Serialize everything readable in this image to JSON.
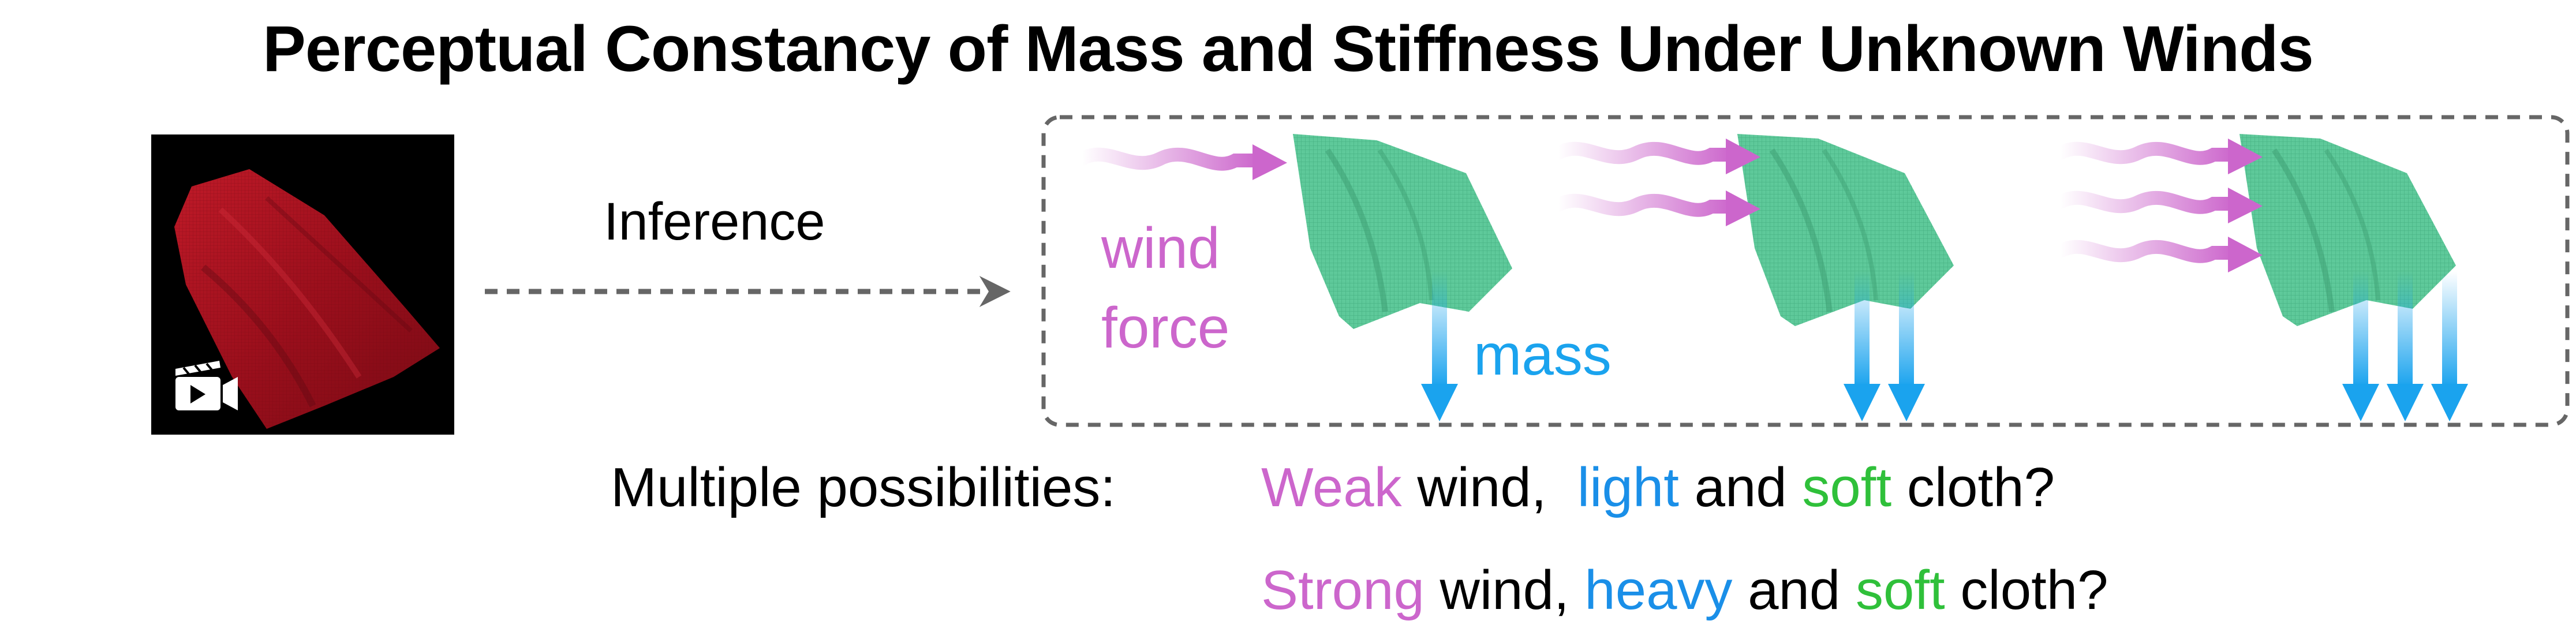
{
  "title": "Perceptual Constancy of Mass and Stiffness Under Unknown Winds",
  "inference_label": "Inference",
  "wind_label_line1": "wind",
  "wind_label_line2": "force",
  "mass_label": "mass",
  "possibilities_label": "Multiple possibilities:",
  "option1": {
    "wind_word": "Weak",
    "wind_rest": " wind,",
    "mass_word": "light",
    "and": " and ",
    "stiffness_word": "soft",
    "cloth": " cloth?"
  },
  "option2": {
    "wind_word": "Strong",
    "wind_rest": " wind,",
    "mass_word": "heavy",
    "and": " and ",
    "stiffness_word": "soft",
    "cloth": " cloth?"
  },
  "colors": {
    "wind": "#cc66cc",
    "mass": "#1a8fe8",
    "stiffness": "#2fc03a",
    "cloth_input": "#a0141e",
    "cloth_sim": "#5ec99a",
    "dashed": "#666666"
  },
  "icons": {
    "video_icon": "video-clip-icon"
  }
}
